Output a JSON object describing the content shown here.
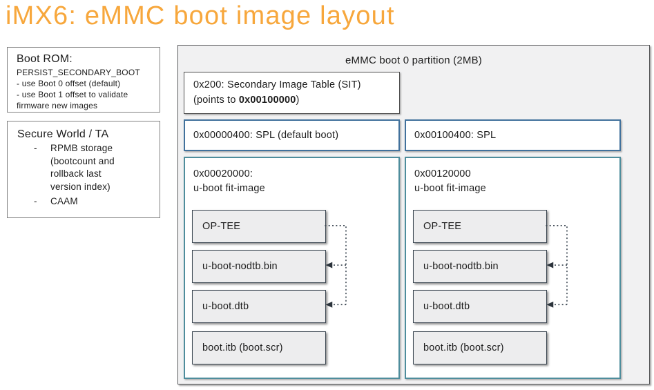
{
  "title": "iMX6: eMMC boot image layout",
  "colors": {
    "title_orange": "#F7A73C",
    "spl_border_blue": "#41719C",
    "fit_border_teal": "#4E8D9C",
    "panel_background": "#F1F1F2",
    "item_background": "#EDEDEE"
  },
  "boot_rom": {
    "title": "Boot ROM:",
    "lines": [
      "PERSIST_SECONDARY_BOOT",
      "- use Boot 0 offset (default)",
      "- use Boot 1 offset to validate",
      "firmware new images"
    ]
  },
  "secure_world": {
    "title": "Secure World / TA",
    "bullet_char": "-",
    "items": [
      "RPMB storage (bootcount and rollback last version index)",
      "CAAM"
    ]
  },
  "emmc_panel": {
    "header": "eMMC boot 0 partition (2MB)",
    "sit": {
      "line1": "0x200: Secondary Image Table (SIT)",
      "line2_prefix": "(points to ",
      "line2_bold": "0x00100000",
      "line2_suffix": ")"
    },
    "columns": [
      {
        "spl_label": "0x00000400: SPL (default boot)",
        "fit_title_line1": "0x00020000:",
        "fit_title_line2": "u-boot fit-image",
        "items": [
          "OP-TEE",
          "u-boot-nodtb.bin",
          "u-boot.dtb",
          "boot.itb (boot.scr)"
        ]
      },
      {
        "spl_label": "0x00100400: SPL",
        "fit_title_line1": "0x00120000",
        "fit_title_line2": "u-boot fit-image",
        "items": [
          "OP-TEE",
          "u-boot-nodtb.bin",
          "u-boot.dtb",
          "boot.itb (boot.scr)"
        ]
      }
    ]
  }
}
